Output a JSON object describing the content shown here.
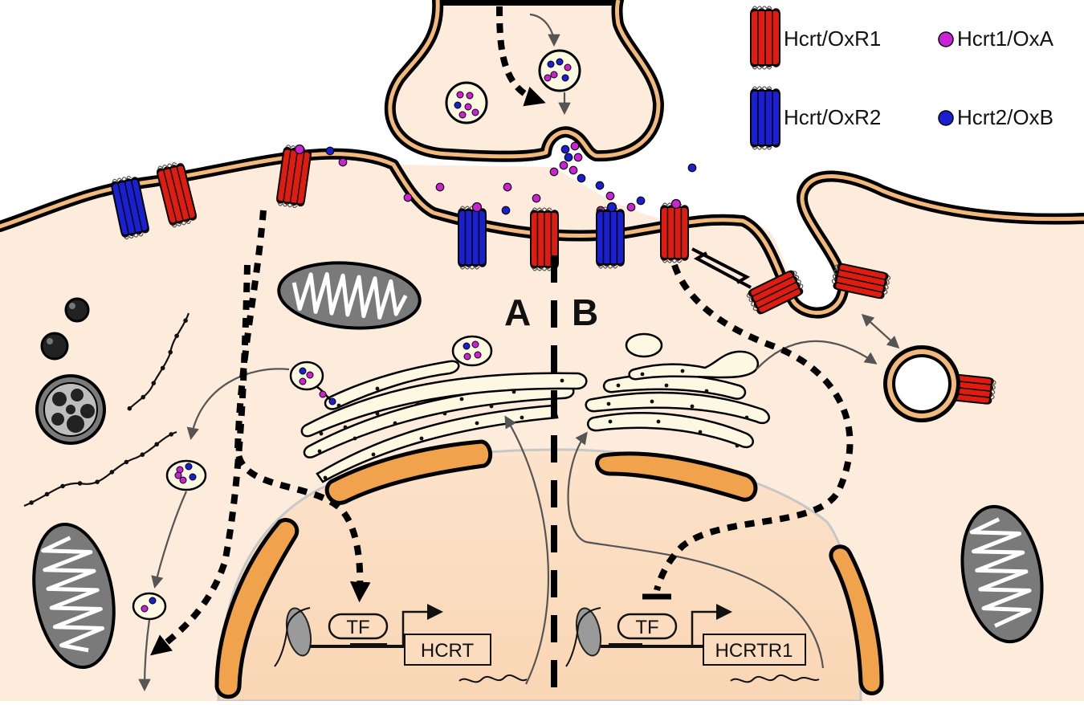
{
  "legend": {
    "items": [
      {
        "label": "Hcrt/OxR1",
        "kind": "receptor",
        "color": "#e01b10"
      },
      {
        "label": "Hcrt1/OxA",
        "kind": "ligand",
        "color": "#cc22d6"
      },
      {
        "label": "Hcrt/OxR2",
        "kind": "receptor",
        "color": "#1a1fd1"
      },
      {
        "label": "Hcrt2/OxB",
        "kind": "ligand",
        "color": "#1a1fd1"
      }
    ]
  },
  "panels": {
    "left": "A",
    "right": "B"
  },
  "genes": {
    "left": {
      "tf": "TF",
      "gene": "HCRT"
    },
    "right": {
      "tf": "TF",
      "gene": "HCRTR1"
    }
  },
  "colors": {
    "cytoplasm": "#fdebdc",
    "nucleus": "#fbdcbf",
    "membrane_core": "#f3b97c",
    "nuclear_envelope": "#f0a34c",
    "golgi": "#fdf8e1",
    "receptor_r1": "#e01b10",
    "receptor_r2": "#1a1fd1",
    "ligand_a": "#cc22d6",
    "ligand_b": "#1a1fd1",
    "mitochondria": "#7a7a7a"
  },
  "icons": [
    "receptor-ox1r-icon",
    "receptor-ox2r-icon",
    "mitochondrion-icon",
    "vesicle-icon",
    "golgi-icon",
    "nucleus-icon",
    "chromatin-icon"
  ]
}
